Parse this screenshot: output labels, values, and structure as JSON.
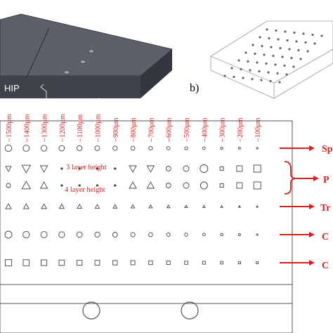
{
  "block": {
    "label_hip": "HIP",
    "label_remelt": "Re-melt"
  },
  "panel_b_label": "b)",
  "sizes": [
    "1500µm",
    "1400µm",
    "1300µm",
    "1200µm",
    "1100µm",
    "1000µm",
    "900µm",
    "800µm",
    "700µm",
    "600µm",
    "500µm",
    "400µm",
    "300µm",
    "200µm",
    "100µm"
  ],
  "annotations": {
    "three_layer": "3 layer height",
    "four_layer": "4 layer height"
  },
  "right_labels": [
    "Sp",
    "P",
    "Tr",
    "C",
    "C"
  ],
  "colors": {
    "accent": "#d42020",
    "line": "#555555",
    "block_top": "#5a5e66",
    "block_front": "#3d4047"
  }
}
